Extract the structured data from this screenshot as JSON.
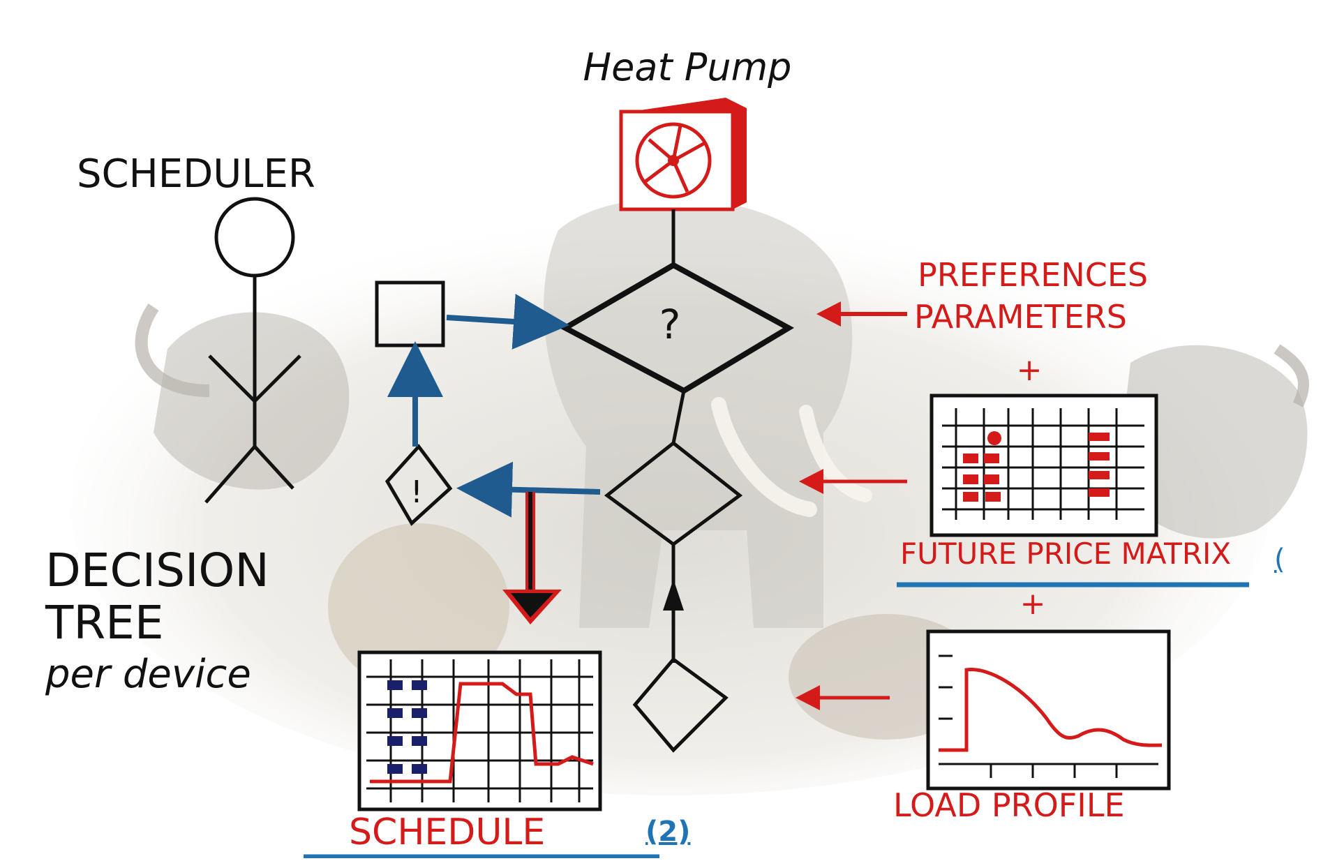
{
  "labels": {
    "heat_pump": "Heat Pump",
    "scheduler": "SCHEDULER",
    "decision_line1": "DECISION",
    "decision_line2": "TREE",
    "decision_line3": "per device",
    "preferences": "PREFERENCES",
    "parameters": "PARAMETERS",
    "plus1": "+",
    "future_price_matrix": "FUTURE PRICE MATRIX",
    "plus2": "+",
    "load_profile": "LOAD PROFILE",
    "schedule": "SCHEDULE",
    "question_mark": "?",
    "exclamation_mark": "!"
  },
  "links": {
    "footnote": "(2)",
    "edge_fragment": "("
  },
  "colors": {
    "ink": "#111111",
    "red": "#d51a1a",
    "blue": "#1f5b8f",
    "underline_blue": "#1f74b4",
    "background_tint": "#e9e6df"
  }
}
